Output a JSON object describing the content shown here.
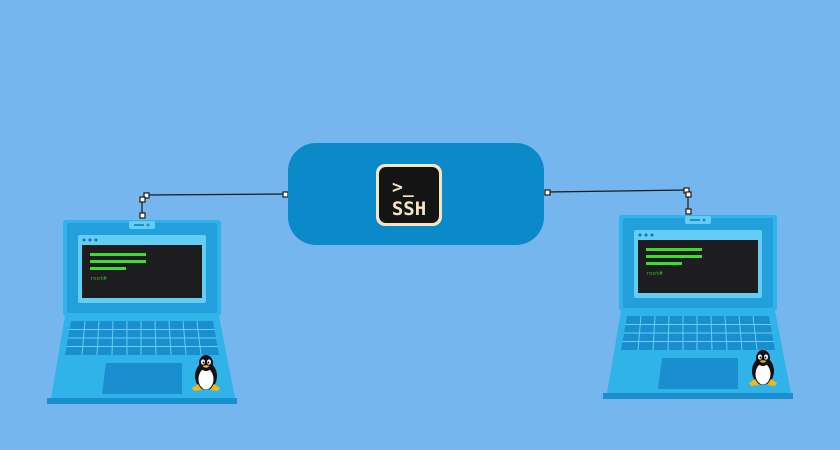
{
  "colors": {
    "background": "#76b6ee",
    "hub_fill": "#0a8ac8",
    "laptop_body": "#2fb3e8",
    "laptop_dark": "#1a8fcf",
    "screen_bg": "#1d1d1f",
    "terminal_green": "#3ddc2f",
    "connector": "#1a1a1a"
  },
  "hub": {
    "icon": "terminal-ssh-icon",
    "prompt_glyph": ">_",
    "label": "SSH"
  },
  "laptops": [
    {
      "icon": "laptop-icon",
      "mascot": "tux-penguin-icon",
      "prompt": "root#"
    },
    {
      "icon": "laptop-icon",
      "mascot": "tux-penguin-icon",
      "prompt": "root#"
    }
  ]
}
